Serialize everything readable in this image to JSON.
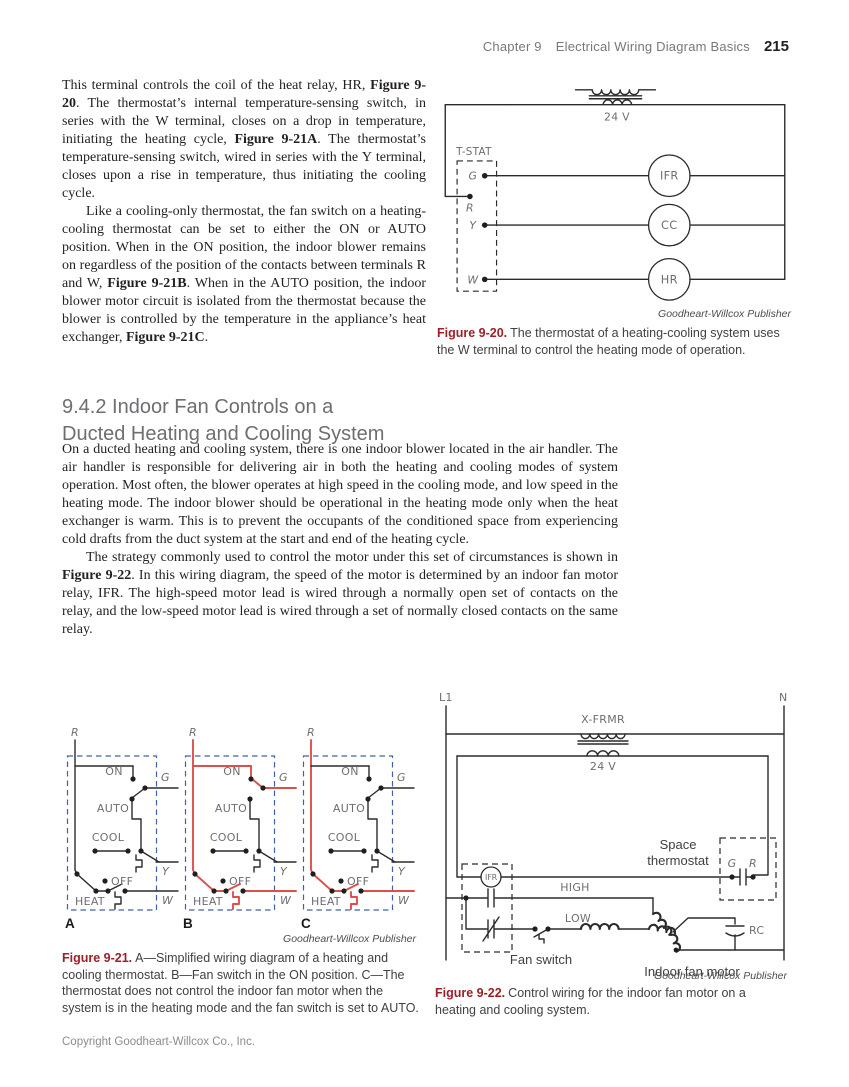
{
  "header": {
    "chapter": "Chapter 9",
    "title": "Electrical Wiring Diagram Basics",
    "page": "215"
  },
  "intro": {
    "p1": [
      {
        "t": "This terminal controls the coil of the heat relay, HR, "
      },
      {
        "t": "Figure 9-20",
        "b": true
      },
      {
        "t": ". The thermostat’s internal temperature-sensing switch, in series with the W terminal, closes on a drop in temperature, initiating the heating cycle, "
      },
      {
        "t": "Figure 9-21A",
        "b": true
      },
      {
        "t": ". The thermostat’s temperature-sensing switch, wired in series with the Y terminal, closes upon a rise in temperature, thus initiating the cooling cycle."
      }
    ],
    "p2": [
      {
        "t": "Like a cooling-only thermostat, the fan switch on a heating-cooling thermostat can be set to either the ON or AUTO position. When in the ON position, the indoor blower remains on regardless of the position of the contacts between terminals R and W, "
      },
      {
        "t": "Figure 9-21B",
        "b": true
      },
      {
        "t": ". When in the AUTO position, the indoor blower motor circuit is isolated from the thermostat because the blower is controlled by the temperature in the appliance’s heat exchanger, "
      },
      {
        "t": "Figure 9-21C",
        "b": true
      },
      {
        "t": "."
      }
    ]
  },
  "section": {
    "heading_line1": "9.4.2 Indoor Fan Controls on a",
    "heading_line2": "Ducted Heating and Cooling System",
    "p1": [
      {
        "t": "On a ducted heating and cooling system, there is one indoor blower located in the air handler. The air handler is responsible for delivering air in both the heating and cooling modes of system operation. Most often, the blower operates at high speed in the cooling mode, and low speed in the heating mode. The indoor blower should be operational in the heating mode only when the heat exchanger is warm. This is to prevent the occupants of the conditioned space from experiencing cold drafts from the duct system at the start and end of the heating cycle."
      }
    ],
    "p2": [
      {
        "t": "The strategy commonly used to control the motor under this set of circumstances is shown in "
      },
      {
        "t": "Figure 9-22",
        "b": true
      },
      {
        "t": ". In this wiring diagram, the speed of the motor is determined by an indoor fan motor relay, IFR. The high-speed motor lead is wired through a normally open set of contacts on the relay, and the low-speed motor lead is wired through a set of normally closed contacts on the same relay."
      }
    ]
  },
  "fig20": {
    "labels": {
      "tstat": "T-STAT",
      "voltage": "24 V",
      "g": "G",
      "r": "R",
      "y": "Y",
      "w": "W",
      "ifr": "IFR",
      "cc": "CC",
      "hr": "HR"
    },
    "credit": "Goodheart-Willcox Publisher",
    "caption_label": "Figure 9-20.",
    "caption_text": "The thermostat of a heating-cooling system uses the W terminal to control the heating mode of operation."
  },
  "fig21": {
    "labels": {
      "r": "R",
      "on": "ON",
      "auto": "AUTO",
      "cool": "COOL",
      "off": "OFF",
      "heat": "HEAT",
      "g": "G",
      "y": "Y",
      "w": "W"
    },
    "panels": [
      {
        "label": "A"
      },
      {
        "label": "B"
      },
      {
        "label": "C"
      }
    ],
    "credit": "Goodheart-Willcox Publisher",
    "caption_label": "Figure 9-21.",
    "caption_text": "A—Simplified wiring diagram of a heating and cooling thermostat. B—Fan switch in the ON position. C—The thermostat does not control the indoor fan motor when the system is in the heating mode and the fan switch is set to AUTO."
  },
  "fig22": {
    "labels": {
      "l1": "L1",
      "n": "N",
      "xfrmr": "X-FRMR",
      "voltage": "24 V",
      "space_thermostat_1": "Space",
      "space_thermostat_2": "thermostat",
      "g": "G",
      "r": "R",
      "ifr": "IFR",
      "high": "HIGH",
      "low": "LOW",
      "rc": "RC",
      "fan_switch": "Fan switch",
      "indoor_fan_motor": "Indoor fan motor"
    },
    "credit": "Goodheart-Willcox Publisher",
    "caption_label": "Figure 9-22.",
    "caption_text": "Control wiring for the indoor fan motor on a heating and cooling system."
  },
  "footer": {
    "copyright": "Copyright Goodheart-Willcox Co., Inc."
  },
  "colors": {
    "red_wire": "#dd4f4b",
    "blue_dash": "#4060a8",
    "figure_label": "#9c2025"
  }
}
